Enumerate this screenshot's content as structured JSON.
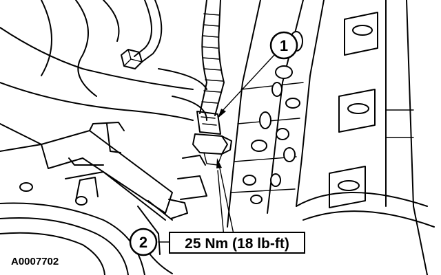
{
  "figure": {
    "id": "A0007702"
  },
  "callouts": {
    "c1": {
      "number": "1"
    },
    "c2": {
      "number": "2",
      "torque_spec": "25 Nm (18 lb-ft)"
    }
  }
}
